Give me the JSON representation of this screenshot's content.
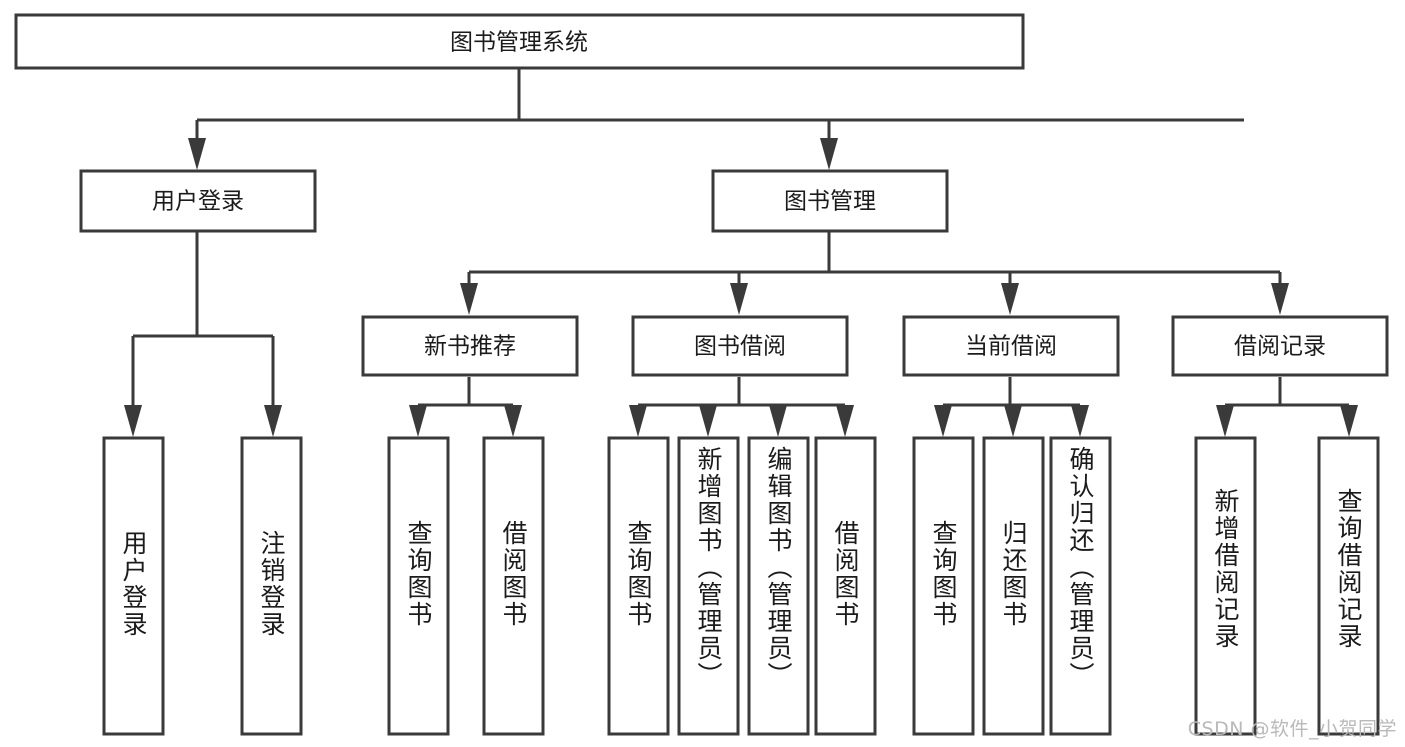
{
  "diagram": {
    "title": "图书管理系统",
    "type": "hierarchy-tree",
    "root": {
      "id": "root",
      "label": "图书管理系统"
    },
    "level2": [
      {
        "id": "user-login",
        "label": "用户登录"
      },
      {
        "id": "book-management",
        "label": "图书管理"
      }
    ],
    "level3": [
      {
        "id": "new-book-recommend",
        "label": "新书推荐"
      },
      {
        "id": "book-borrow",
        "label": "图书借阅"
      },
      {
        "id": "current-borrow",
        "label": "当前借阅"
      },
      {
        "id": "borrow-record",
        "label": "借阅记录"
      }
    ],
    "leaves": {
      "user_login": [
        {
          "id": "leaf-user-login",
          "label": "用户登录"
        },
        {
          "id": "leaf-logout-login",
          "label": "注销登录"
        }
      ],
      "new_book_recommend": [
        {
          "id": "leaf-query-book-1",
          "label": "查询图书"
        },
        {
          "id": "leaf-borrow-book-1",
          "label": "借阅图书"
        }
      ],
      "book_borrow": [
        {
          "id": "leaf-query-book-2",
          "label": "查询图书"
        },
        {
          "id": "leaf-add-book",
          "label": "新增图书（管理员）"
        },
        {
          "id": "leaf-edit-book",
          "label": "编辑图书（管理员）"
        },
        {
          "id": "leaf-borrow-book-2",
          "label": "借阅图书"
        }
      ],
      "current_borrow": [
        {
          "id": "leaf-query-book-3",
          "label": "查询图书"
        },
        {
          "id": "leaf-return-book",
          "label": "归还图书"
        },
        {
          "id": "leaf-confirm-return",
          "label": "确认归还（管理员）"
        }
      ],
      "borrow_record": [
        {
          "id": "leaf-add-record",
          "label": "新增借阅记录"
        },
        {
          "id": "leaf-query-record",
          "label": "查询借阅记录"
        }
      ]
    }
  },
  "watermark": {
    "text": "CSDN @软件_小贺同学"
  },
  "colors": {
    "box_stroke": "#3a3a3a",
    "box_fill": "#ffffff",
    "text": "#1b1b1b",
    "watermark": "#b9b9b9",
    "background": "#ffffff"
  }
}
